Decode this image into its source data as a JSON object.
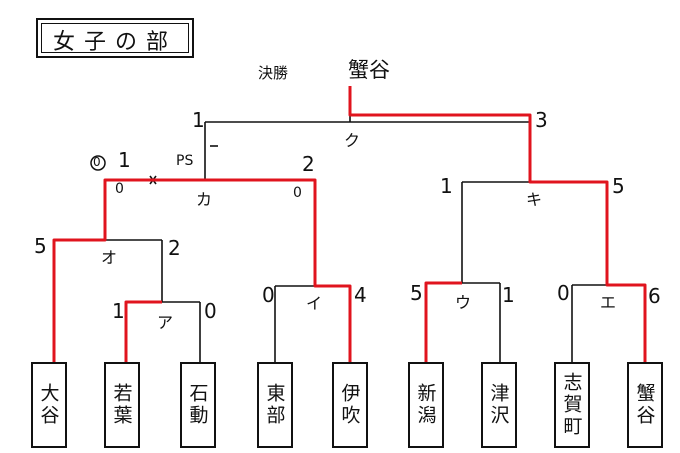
{
  "title": "女子の部",
  "final_label": "決勝",
  "champion": "蟹谷",
  "match_labels": {
    "k": "ク",
    "ka": "カ",
    "ki": "キ",
    "o": "オ",
    "a": "ア",
    "i": "イ",
    "u": "ウ",
    "e": "エ"
  },
  "teams": [
    "大谷",
    "若葉",
    "石動",
    "東部",
    "伊吹",
    "新潟",
    "津沢",
    "志賀町",
    "蟹谷"
  ],
  "scores": {
    "final_left": "1",
    "final_right": "3",
    "ka_left": "1",
    "ka_left_pk": "0",
    "ka_right": "2",
    "ka_right_pk": "0",
    "ka_ps": "PS",
    "ki_left": "1",
    "ki_right": "5",
    "o_left": "5",
    "o_right": "2",
    "a_left": "1",
    "a_right": "0",
    "i_left": "0",
    "i_right": "4",
    "u_left": "5",
    "u_right": "1",
    "e_left": "0",
    "e_right": "6"
  },
  "colors": {
    "line": "#111111",
    "winner": "#e0141e"
  }
}
